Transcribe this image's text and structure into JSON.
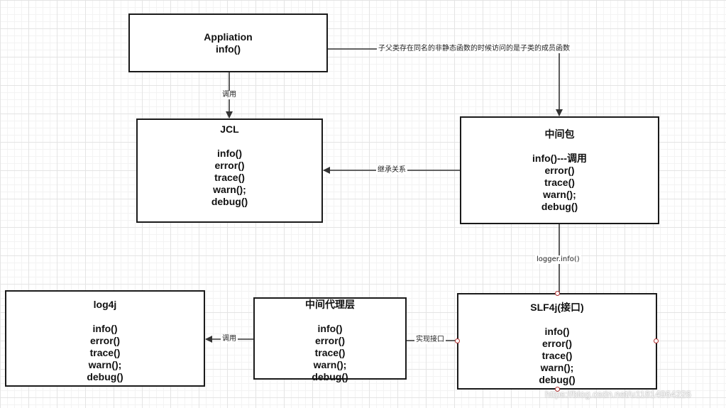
{
  "nodes": {
    "appliation": {
      "lines": [
        "Appliation",
        "info()"
      ]
    },
    "jcl": {
      "lines": [
        "JCL",
        "",
        "info()",
        "error()",
        "trace()",
        "warn();",
        "debug()"
      ]
    },
    "middle_pkg": {
      "lines": [
        "中间包",
        "",
        "info()---调用",
        "error()",
        "trace()",
        "warn();",
        "debug()"
      ]
    },
    "log4j": {
      "lines": [
        "log4j",
        "",
        "info()",
        "error()",
        "trace()",
        "warn();",
        "debug()"
      ]
    },
    "proxy_layer": {
      "lines": [
        "中间代理层",
        "",
        "info()",
        "error()",
        "trace()",
        "warn();",
        "debug()"
      ]
    },
    "slf4j": {
      "lines": [
        "SLF4j(接口)",
        "",
        "info()",
        "error()",
        "trace()",
        "warn();",
        "debug()"
      ]
    }
  },
  "edges": {
    "app_to_jcl": "调用",
    "app_to_middle": "子父类存在同名的非静态函数的时候访问的是子类的成员函数",
    "middle_to_jcl": "继承关系",
    "middle_to_slf4j": "logger.info()",
    "proxy_to_log4j": "调用",
    "proxy_to_slf4j": "实现接口"
  },
  "watermark": "https://blog.csdn.net/u11814964226",
  "colors": {
    "box_border": "#1a1a1a",
    "arrow": "#333333",
    "port": "#b03030",
    "grid_major": "#e4e4e4",
    "grid_minor": "#f3f3f3"
  }
}
